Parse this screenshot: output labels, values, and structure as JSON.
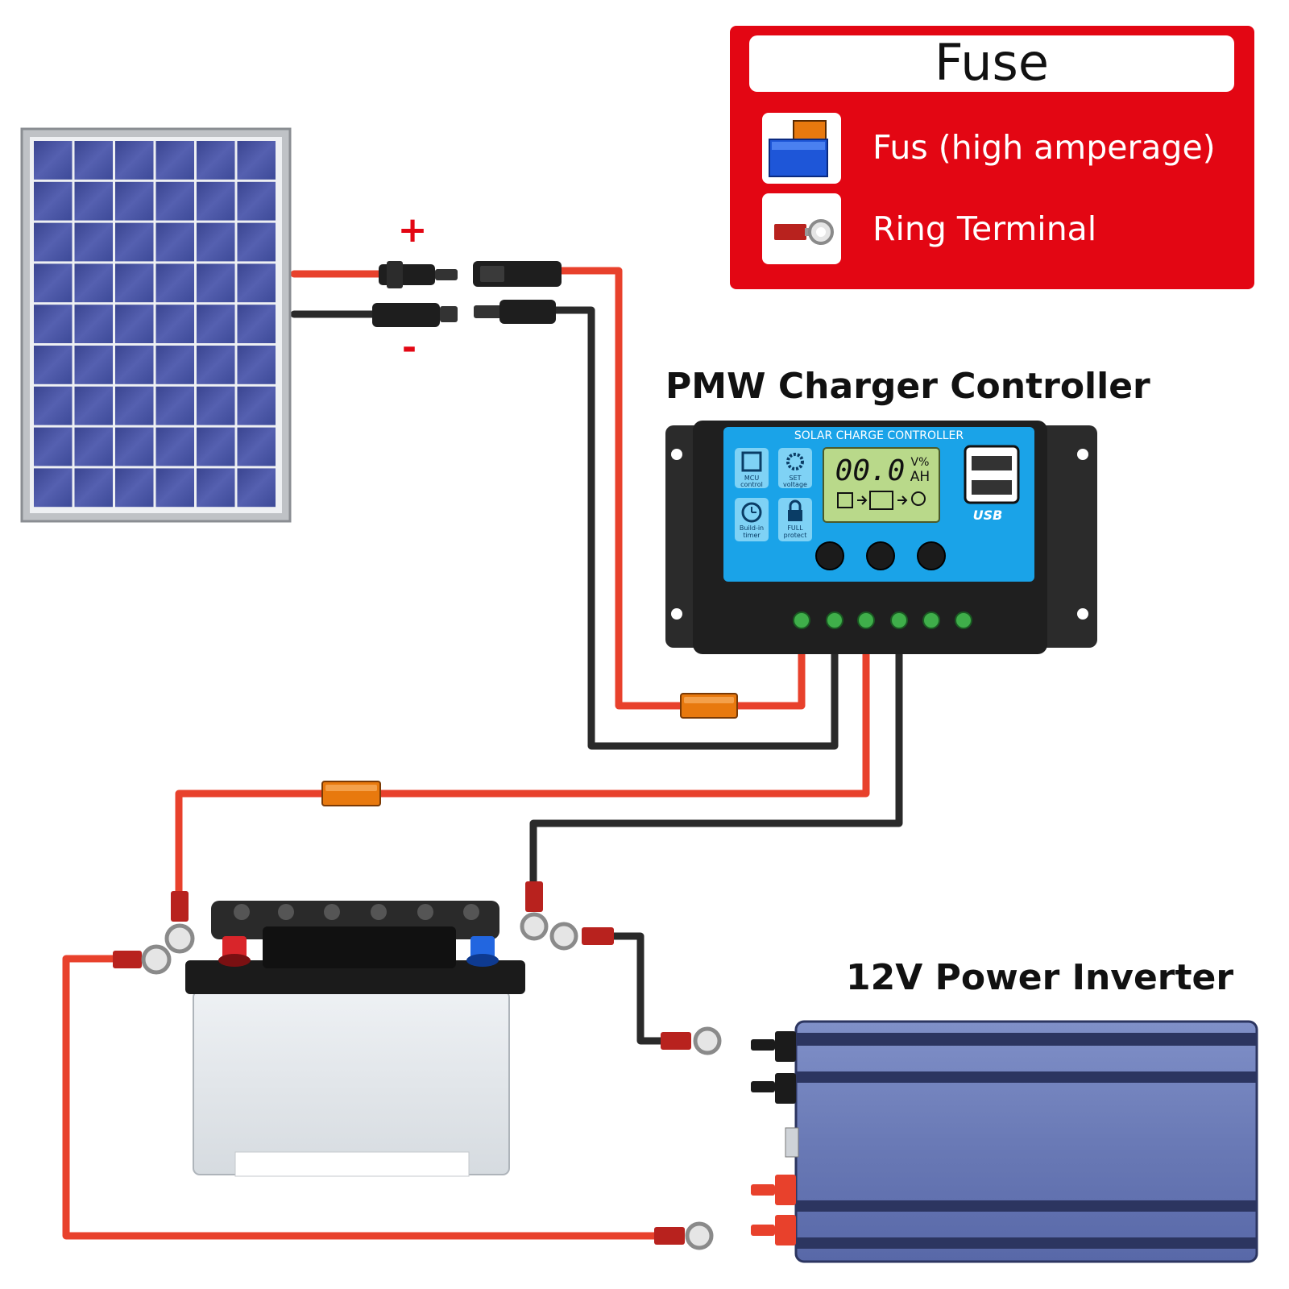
{
  "legend": {
    "title": "Fuse",
    "items": [
      {
        "icon": "fuse-icon",
        "label": "Fus (high amperage)"
      },
      {
        "icon": "ring-terminal-icon",
        "label": "Ring Terminal"
      }
    ],
    "colors": {
      "background": "#e30613",
      "title_box": "#ffffff",
      "text": "#ffffff"
    }
  },
  "panel": {
    "plus_sign": "+",
    "minus_sign": "-"
  },
  "controller": {
    "caption": "PMW Charger Controller",
    "header": "SOLAR CHARGE CONTROLLER",
    "lcd_value": "00.0",
    "lcd_unit_top": "V%",
    "lcd_unit_bottom": "AH",
    "features": [
      {
        "icon": "chip-icon",
        "line1": "MCU",
        "line2": "control"
      },
      {
        "icon": "gear-icon",
        "line1": "SET",
        "line2": "voltage"
      },
      {
        "icon": "clock-icon",
        "line1": "Build-in",
        "line2": "timer"
      },
      {
        "icon": "lock-icon",
        "line1": "FULL",
        "line2": "protect"
      }
    ],
    "usb_label": "USB",
    "colors": {
      "body": "#2b2b2b",
      "face": "#1aa3e8",
      "lcd": "#b9d98a"
    }
  },
  "inverter": {
    "caption": "12V Power Inverter",
    "colors": {
      "body": "#6f7fb8",
      "dark": "#2c3560"
    }
  },
  "wire_colors": {
    "positive": "#e8412c",
    "negative": "#2a2a2a",
    "fuse": "#e8790e"
  }
}
